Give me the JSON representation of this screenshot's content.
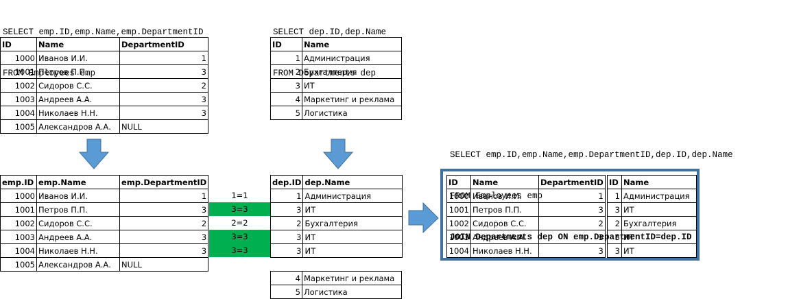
{
  "queries": {
    "employees": [
      "SELECT emp.ID,emp.Name,emp.DepartmentID",
      "FROM Employees emp"
    ],
    "departments": [
      "SELECT dep.ID,dep.Name",
      "FROM Departments dep"
    ],
    "join": [
      "SELECT emp.ID,emp.Name,emp.DepartmentID,dep.ID,dep.Name",
      "FROM Employees emp",
      "JOIN Departments dep ON emp.DepartmentID=dep.ID"
    ]
  },
  "employees": {
    "headers": [
      "ID",
      "Name",
      "DepartmentID"
    ],
    "rows": [
      [
        "1000",
        "Иванов И.И.",
        "1"
      ],
      [
        "1001",
        "Петров П.П.",
        "3"
      ],
      [
        "1002",
        "Сидоров С.С.",
        "2"
      ],
      [
        "1003",
        "Андреев А.А.",
        "3"
      ],
      [
        "1004",
        "Николаев Н.Н.",
        "3"
      ],
      [
        "1005",
        "Александров А.А.",
        "NULL"
      ]
    ]
  },
  "departments": {
    "headers": [
      "ID",
      "Name"
    ],
    "rows": [
      [
        "1",
        "Администрация"
      ],
      [
        "2",
        "Бухгалтерия"
      ],
      [
        "3",
        "ИТ"
      ],
      [
        "4",
        "Маркетинг и реклама"
      ],
      [
        "5",
        "Логистика"
      ]
    ]
  },
  "emp_matched": {
    "headers": [
      "emp.ID",
      "emp.Name",
      "emp.DepartmentID"
    ],
    "rows": [
      [
        "1000",
        "Иванов И.И.",
        "1"
      ],
      [
        "1001",
        "Петров П.П.",
        "3"
      ],
      [
        "1002",
        "Сидоров С.С.",
        "2"
      ],
      [
        "1003",
        "Андреев А.А.",
        "3"
      ],
      [
        "1004",
        "Николаев Н.Н.",
        "3"
      ],
      [
        "1005",
        "Александров А.А.",
        "NULL"
      ]
    ]
  },
  "comparisons": [
    {
      "label": "1=1",
      "highlight": false
    },
    {
      "label": "3=3",
      "highlight": true
    },
    {
      "label": "2=2",
      "highlight": false
    },
    {
      "label": "3=3",
      "highlight": true
    },
    {
      "label": "3=3",
      "highlight": true
    }
  ],
  "dep_matched": {
    "headers": [
      "dep.ID",
      "dep.Name"
    ],
    "rows": [
      [
        "1",
        "Администрация"
      ],
      [
        "3",
        "ИТ"
      ],
      [
        "2",
        "Бухгалтерия"
      ],
      [
        "3",
        "ИТ"
      ],
      [
        "3",
        "ИТ"
      ]
    ]
  },
  "dep_unmatched": {
    "rows": [
      [
        "4",
        "Маркетинг и реклама"
      ],
      [
        "5",
        "Логистика"
      ]
    ]
  },
  "result": {
    "emp_headers": [
      "ID",
      "Name",
      "DepartmentID"
    ],
    "dep_headers": [
      "ID",
      "Name"
    ],
    "emp_rows": [
      [
        "1000",
        "Иванов И.И.",
        "1"
      ],
      [
        "1001",
        "Петров П.П.",
        "3"
      ],
      [
        "1002",
        "Сидоров С.С.",
        "2"
      ],
      [
        "1003",
        "Андреев А.А.",
        "3"
      ],
      [
        "1004",
        "Николаев Н.Н.",
        "3"
      ]
    ],
    "dep_rows": [
      [
        "1",
        "Администрация"
      ],
      [
        "3",
        "ИТ"
      ],
      [
        "2",
        "Бухгалтерия"
      ],
      [
        "3",
        "ИТ"
      ],
      [
        "3",
        "ИТ"
      ]
    ]
  },
  "colors": {
    "match_highlight": "#00b050",
    "arrow_fill": "#5b9bd5",
    "arrow_stroke": "#41719c",
    "result_frame": "#41719c"
  }
}
